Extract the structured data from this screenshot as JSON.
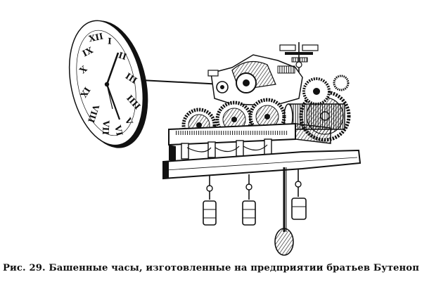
{
  "caption": "Рис. 29. Башенные часы, изготовленные на предприятии братьев Бутеноп",
  "colors": {
    "ink": "#111111",
    "paper": "#ffffff"
  },
  "clock_face": {
    "numerals": [
      "XII",
      "I",
      "II",
      "III",
      "IIII",
      "V",
      "VI",
      "VII",
      "VIII",
      "IX",
      "X",
      "XI"
    ]
  }
}
